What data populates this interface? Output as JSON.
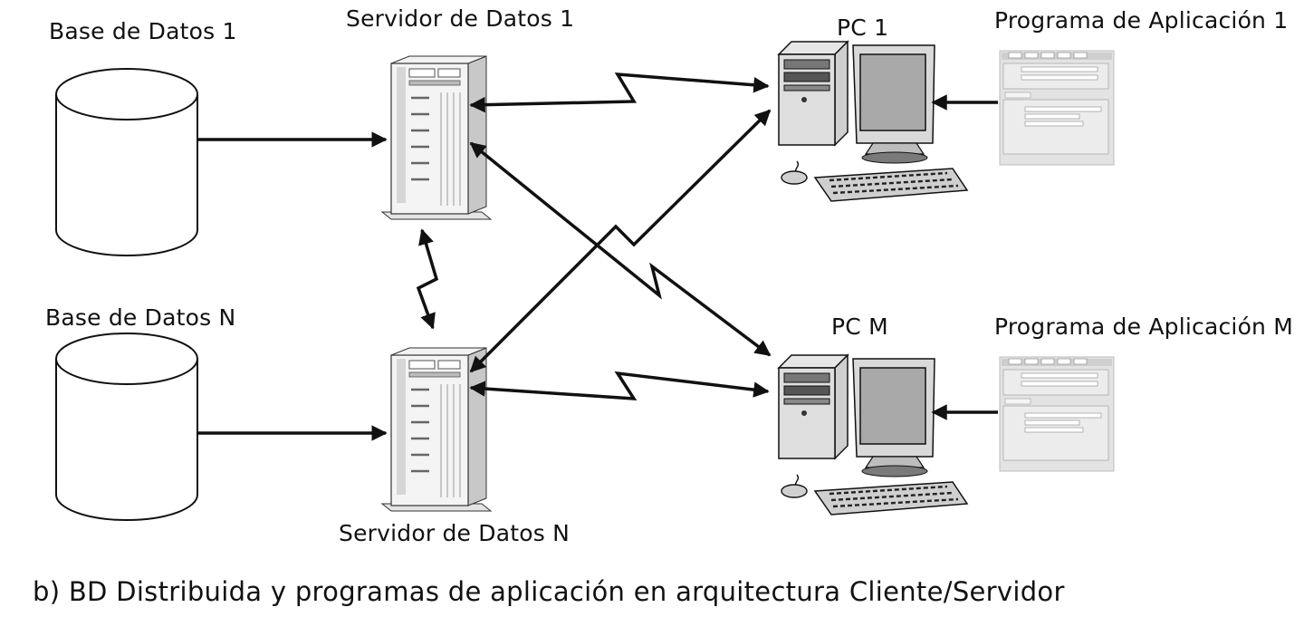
{
  "labels": {
    "db1": "Base de Datos 1",
    "dbn": "Base de Datos N",
    "srv1": "Servidor de Datos 1",
    "srvn": "Servidor de Datos N",
    "pc1": "PC 1",
    "pcm": "PC M",
    "app1": "Programa de Aplicación 1",
    "appm": "Programa de Aplicación M"
  },
  "caption": "b) BD Distribuida y programas de aplicación en arquitectura Cliente/Servidor",
  "icons": {
    "database": "database-cylinder-icon",
    "server": "server-tower-icon",
    "pc": "desktop-pc-icon",
    "application": "application-window-icon"
  }
}
